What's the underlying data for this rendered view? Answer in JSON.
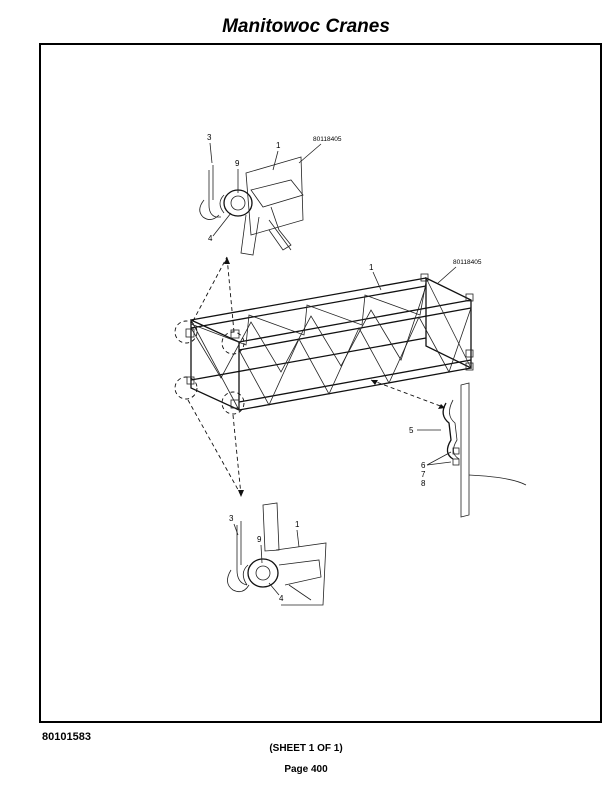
{
  "header": {
    "title": "Manitowoc Cranes"
  },
  "footer": {
    "doc_number": "80101583",
    "sheet": "(SHEET 1 OF 1)",
    "page": "Page 400"
  },
  "diagram": {
    "top_detail": {
      "part_number": "80118405",
      "callouts": [
        "3",
        "1",
        "9",
        "4"
      ]
    },
    "main_boom": {
      "part_number": "80118405",
      "callout": "1"
    },
    "bracket_detail": {
      "callouts": [
        "5",
        "6",
        "7",
        "8"
      ]
    },
    "bottom_detail": {
      "callouts": [
        "3",
        "1",
        "9",
        "4"
      ]
    }
  }
}
